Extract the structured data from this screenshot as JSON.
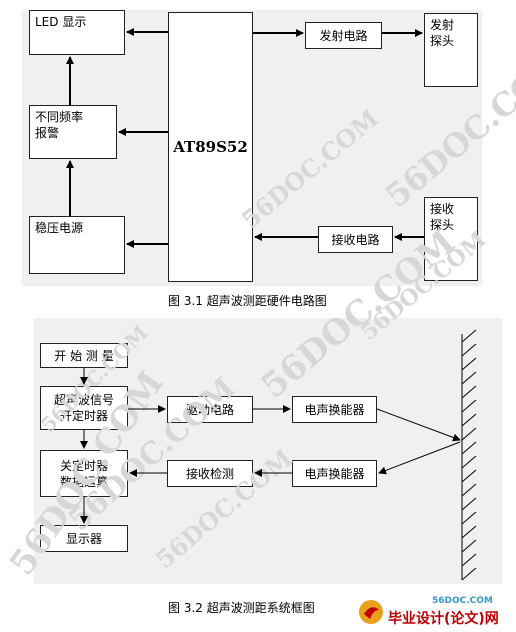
{
  "figure1": {
    "led_display": "LED 显示",
    "alarm": "不同频率\n报警",
    "power": "稳压电源",
    "mcu": "AT89S52",
    "transmit_circuit": "发射电路",
    "transmit_probe": "发射\n探头",
    "receive_probe": "接收\n探头",
    "receive_circuit": "接收电路",
    "caption": "图 3.1  超声波测距硬件电路图"
  },
  "figure2": {
    "start": "开 始 测 量",
    "send_signal": "超声波信号\n开定时器",
    "stop_timer": "关定时器\n数据运算",
    "display": "显示器",
    "drive_circuit": "驱动电路",
    "transducer_top": "电声换能器",
    "receive_detect": "接收检测",
    "transducer_bottom": "电声换能器",
    "caption": "图 3.2  超声波测距系统框图"
  },
  "watermark": "56DOC.COM",
  "site": {
    "url": "56DOC.COM",
    "name": "毕业设计(论文)网"
  },
  "colors": {
    "panel": "#f0f0f0",
    "line": "#000000",
    "watermark": "#d7d7d7",
    "site_red": "#c00000",
    "site_blue": "#3399cc"
  }
}
